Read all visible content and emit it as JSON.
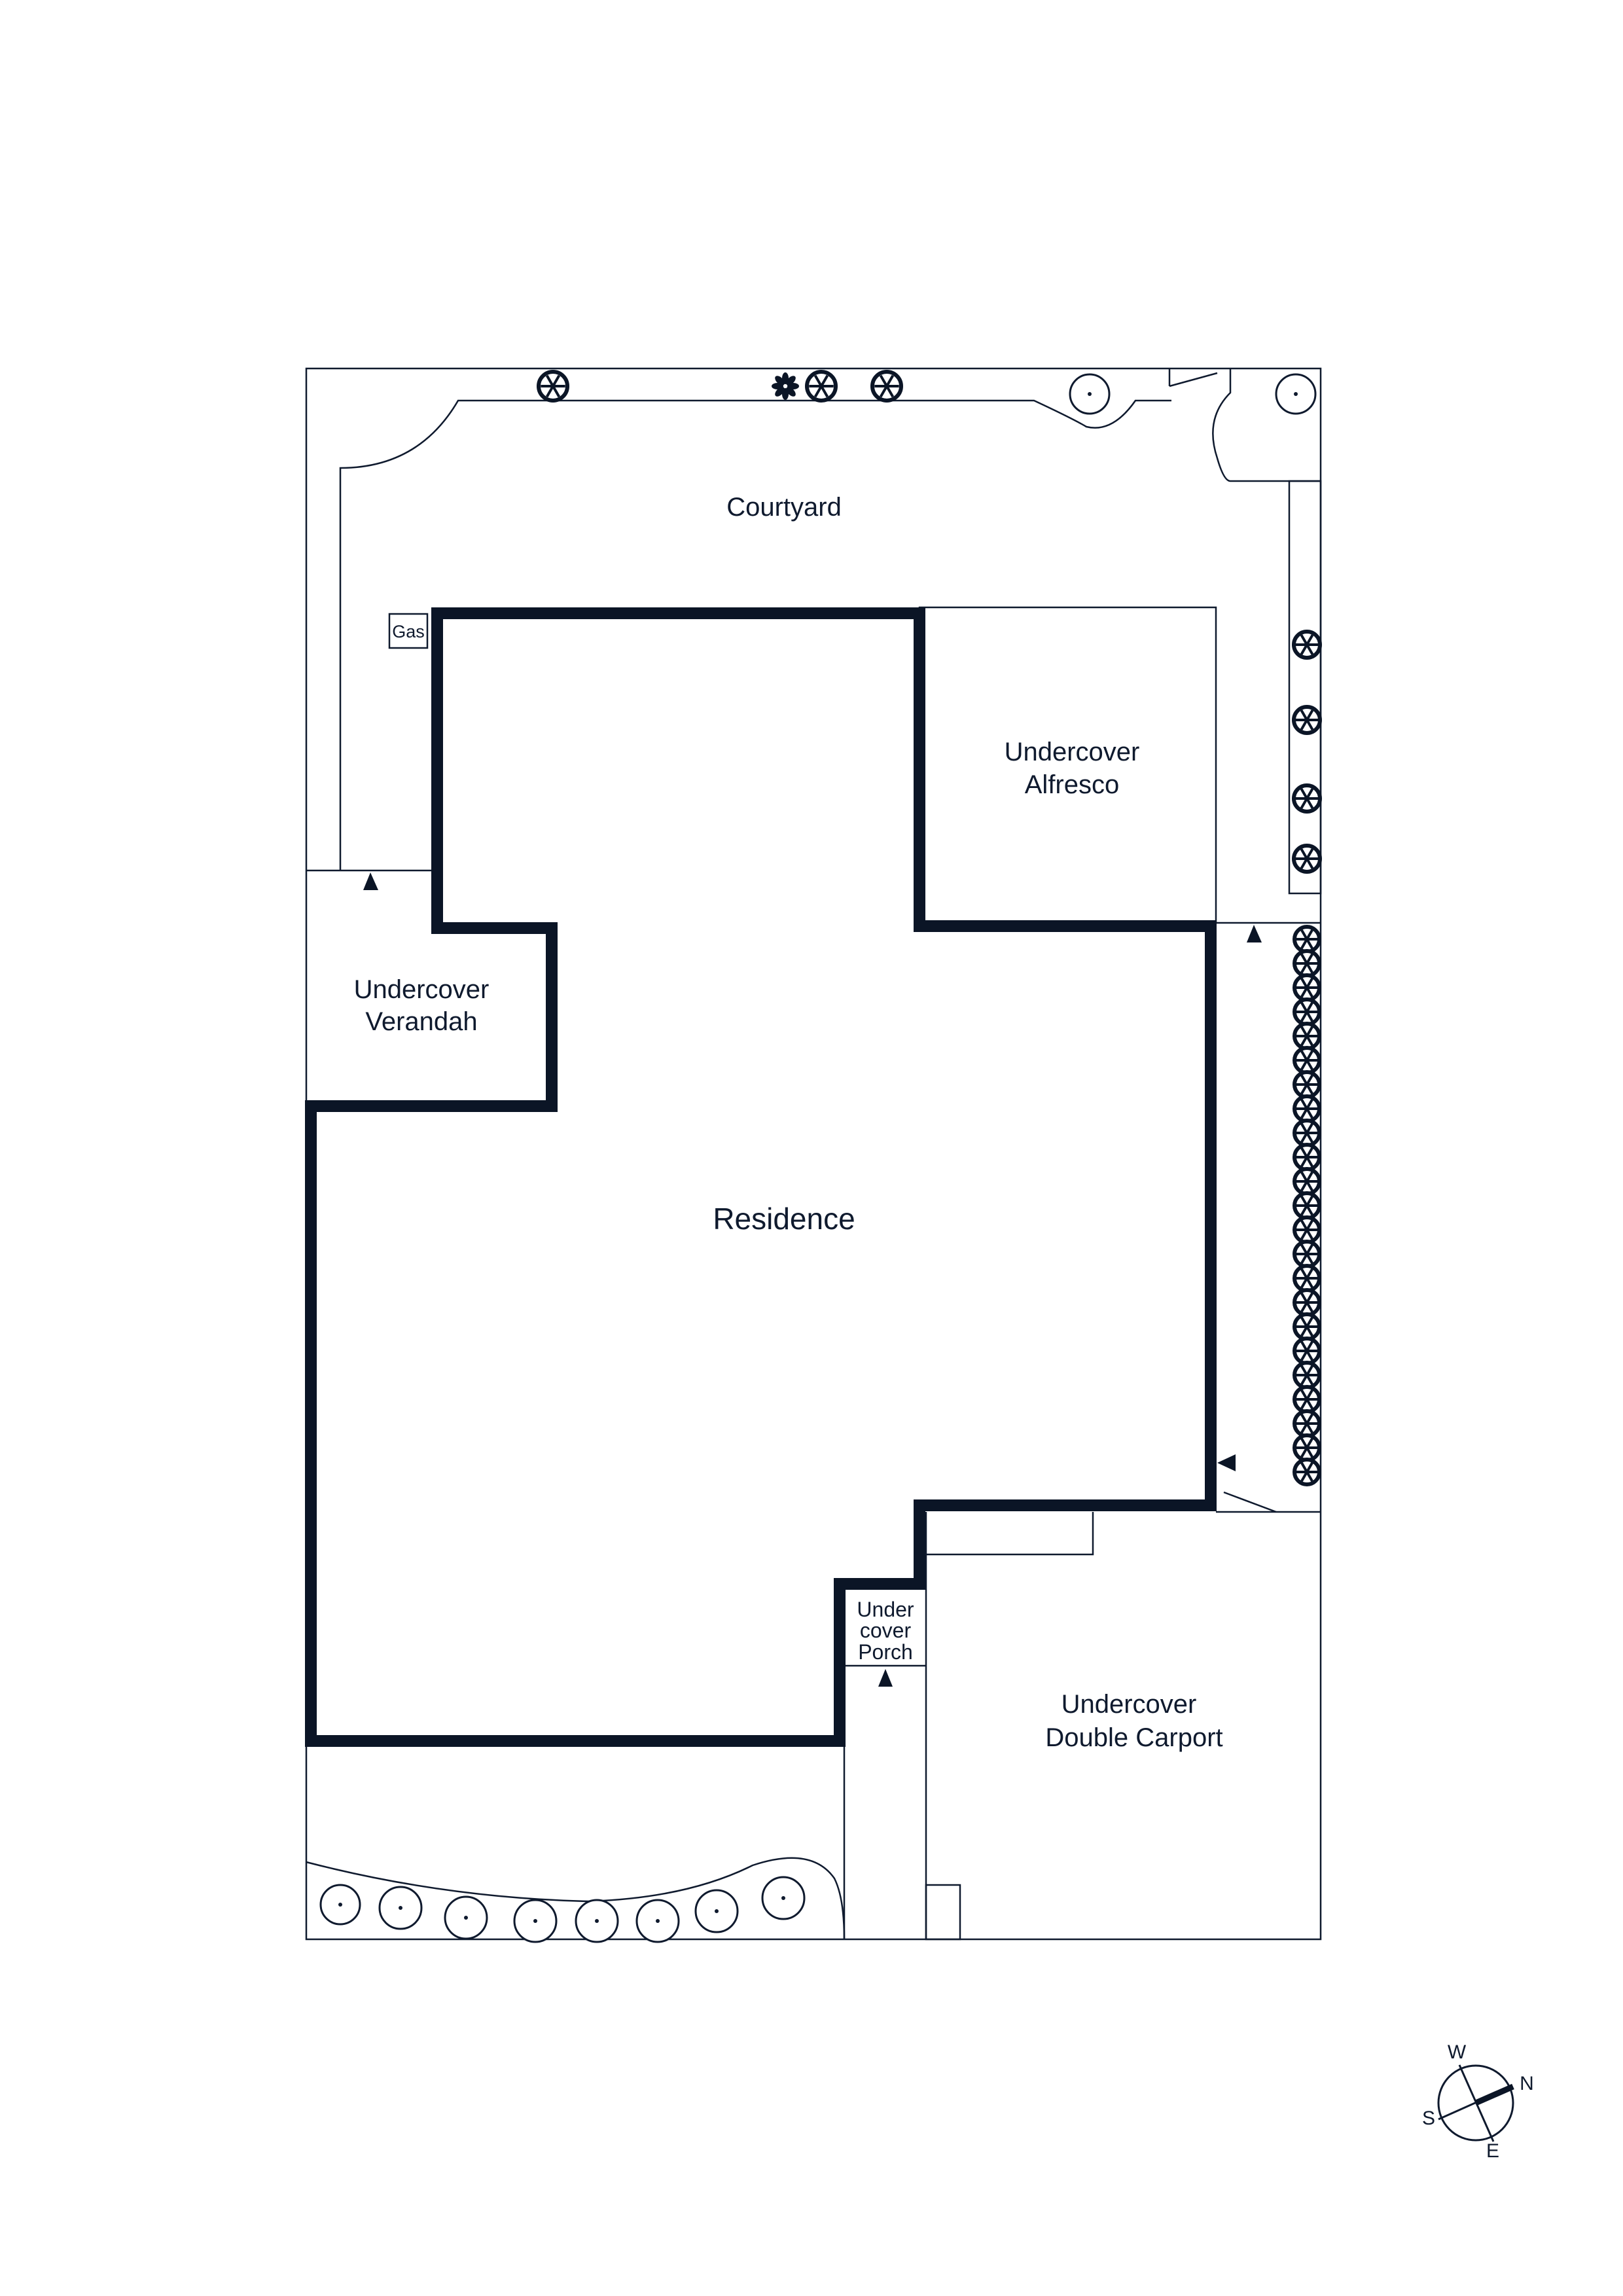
{
  "rooms": {
    "courtyard": "Courtyard",
    "alfresco": [
      "Undercover",
      "Alfresco"
    ],
    "verandah": [
      "Undercover",
      "Verandah"
    ],
    "residence": "Residence",
    "porch": [
      "Under",
      "cover",
      "Porch"
    ],
    "carport": [
      "Undercover",
      "Double Carport"
    ],
    "gas": "Gas"
  },
  "compass": {
    "north": "N",
    "south": "S",
    "east": "E",
    "west": "W"
  }
}
